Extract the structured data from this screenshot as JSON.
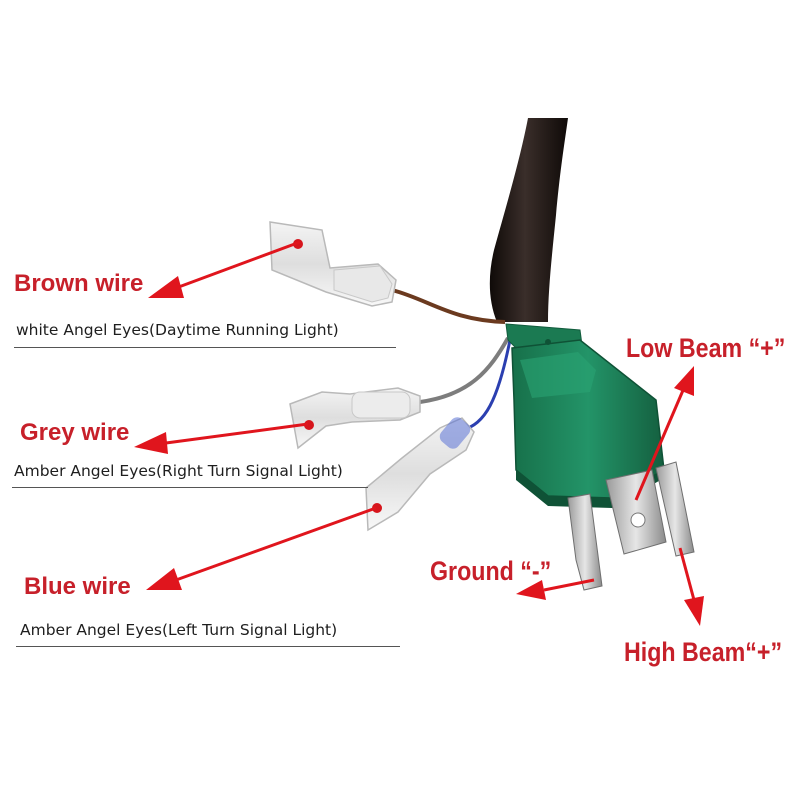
{
  "colors": {
    "label_red": "#c7202a",
    "arrow_red": "#e0151d",
    "brown_wire": "#6b3a1f",
    "grey_wire": "#7d7d7d",
    "blue_wire": "#2b3fb0",
    "plug_green": "#1f8a5c",
    "cable_black": "#211815"
  },
  "labels": {
    "brown": {
      "title": "Brown wire",
      "desc": "white Angel Eyes(Daytime Running Light)"
    },
    "grey": {
      "title": "Grey wire",
      "desc": "Amber Angel Eyes(Right Turn Signal Light)"
    },
    "blue": {
      "title": "Blue wire",
      "desc": "Amber Angel Eyes(Left Turn Signal Light)"
    },
    "low_beam": "Low Beam “+”",
    "ground": "Ground “-”",
    "high_beam": "High Beam“+”"
  }
}
